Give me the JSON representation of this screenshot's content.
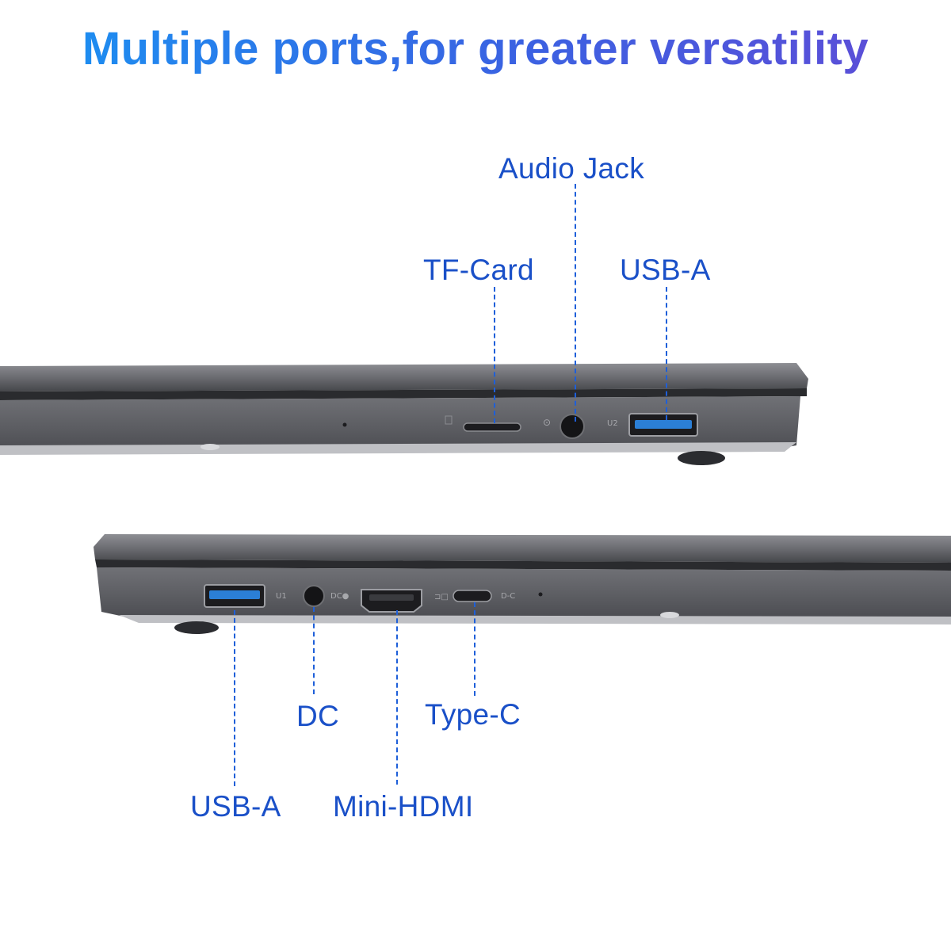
{
  "title": "Multiple ports,for greater versatility",
  "colors": {
    "label": "#1a50c8",
    "leader": "#1e5fd9",
    "body_dark": "#3c3d41",
    "body_mid": "#5a5b60",
    "body_light": "#9a9ba0",
    "port_blue": "#2b7fd6"
  },
  "top_view": {
    "ports": [
      {
        "id": "tf",
        "label": "TF-Card"
      },
      {
        "id": "audio",
        "label": "Audio Jack"
      },
      {
        "id": "usb",
        "label": "USB-A"
      }
    ]
  },
  "bottom_view": {
    "ports": [
      {
        "id": "usb",
        "label": "USB-A"
      },
      {
        "id": "dc",
        "label": "DC"
      },
      {
        "id": "hdmi",
        "label": "Mini-HDMI"
      },
      {
        "id": "typec",
        "label": "Type-C"
      }
    ]
  }
}
